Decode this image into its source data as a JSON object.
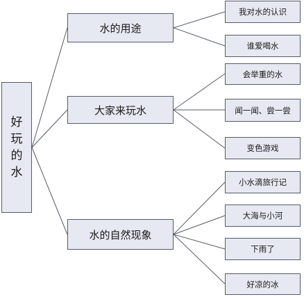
{
  "root": "好玩的水",
  "branches": [
    {
      "label": "水的用途",
      "children": [
        "我对水的认识",
        "谁爱喝水"
      ]
    },
    {
      "label": "大家来玩水",
      "children": [
        "会举重的水",
        "闻一闻、尝一尝",
        "变色游戏"
      ]
    },
    {
      "label": "水的自然现象",
      "children": [
        "小水滴旅行记",
        "大海与小河",
        "下雨了",
        "好凉的冰"
      ]
    }
  ],
  "colors": {
    "box_fill": "#e6e9f2",
    "box_border": "#555a66",
    "line": "#555a66"
  }
}
